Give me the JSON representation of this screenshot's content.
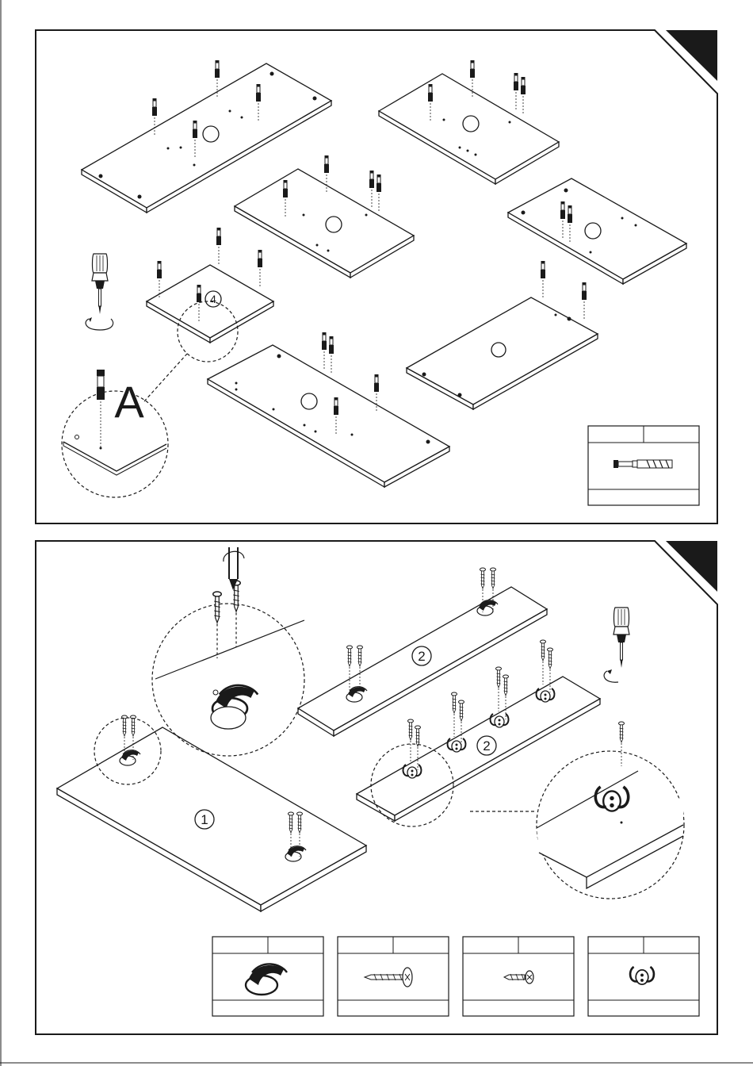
{
  "step1": {
    "panel_numbers": [
      "",
      "",
      "",
      "",
      "",
      "4",
      "",
      ""
    ],
    "detail_label": "A",
    "legend": {
      "code": "",
      "qty": "",
      "caption": "",
      "part_icon": "cam-bolt-icon"
    }
  },
  "step2": {
    "panel_numbers": [
      "1",
      "2",
      "2"
    ],
    "legend": [
      {
        "code": "",
        "qty": "",
        "caption": "",
        "part_icon": "shelf-bracket-icon"
      },
      {
        "code": "",
        "qty": "",
        "caption": "",
        "part_icon": "long-screw-icon"
      },
      {
        "code": "",
        "qty": "",
        "caption": "",
        "part_icon": "short-screw-icon"
      },
      {
        "code": "",
        "qty": "",
        "caption": "",
        "part_icon": "double-hook-icon"
      }
    ]
  },
  "colors": {
    "line": "#1a1a1a",
    "corner_tab": "#1a1a1a",
    "background": "#ffffff"
  }
}
